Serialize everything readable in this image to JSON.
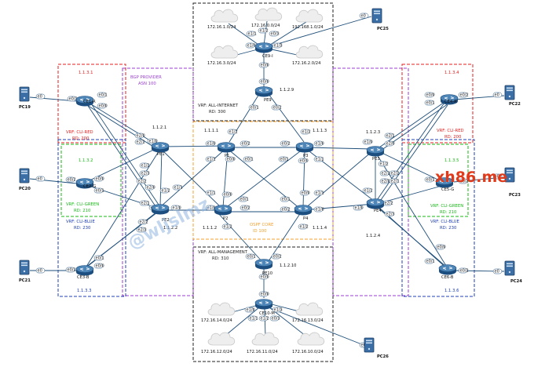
{
  "zones": {
    "top": {
      "vrf": "VRF: ALL-INTERNET",
      "rd": "RD: 300"
    },
    "bottom": {
      "vrf": "VRF: ALL-MANAGEMENT",
      "rd": "RD: 310"
    },
    "bgp": {
      "line1": "BGP PROVIDER",
      "line2": "ASN 100"
    },
    "ospf": {
      "line1": "OSPF CORE",
      "line2": "ID 100"
    },
    "left_red": {
      "id": "1.1.3.1",
      "vrf": "VRF: CLI-RED",
      "rd": "RD: 200"
    },
    "left_green": {
      "id": "1.1.3.2",
      "vrf": "VRF: CLI-GREEN",
      "rd": "RD: 210"
    },
    "left_blue": {
      "id": "1.1.3.3",
      "vrf": "VRF: CLI-BLUE",
      "rd": "RD: 230"
    },
    "right_red": {
      "id": "1.1.3.4",
      "vrf": "VRF: CLI-RED",
      "rd": "RD: 200"
    },
    "right_green": {
      "id": "1.1.3.5",
      "vrf": "VRF: CLI-GREEN",
      "rd": "RD: 210"
    },
    "right_blue": {
      "id": "1.1.3.6",
      "vrf": "VRF: CLI-BLUE",
      "rd": "RD: 230"
    }
  },
  "clouds": {
    "c1": "172.16.1.0/24",
    "c2": "172.16.0.0/24",
    "c3": "192.168.1.0/24",
    "c4": "172.16.3.0/24",
    "c5": "172.16.2.0/24",
    "c6": "172.16.14.0/24",
    "c7": "172.16.13.0/24",
    "c8": "172.16.12.0/24",
    "c9": "172.16.11.0/24",
    "c10": "172.16.10.0/24"
  },
  "routers": {
    "ce9": "CE9-I",
    "pe9": "PE9",
    "pe9_id": "1.1.2.9",
    "ce1": "CE1-R",
    "ce2": "CE2-G",
    "ce3": "CE3-B",
    "pe1": "PE1",
    "pe1_id": "1.1.2.1",
    "pe2": "PE2",
    "pe2_id": "1.1.2.2",
    "p1": "P1",
    "p1_id": "1.1.1.1",
    "p2": "P2",
    "p2_id": "1.1.1.2",
    "p3": "P3",
    "p3_id": "1.1.1.3",
    "p4": "P4",
    "p4_id": "1.1.1.4",
    "pe3": "PE3",
    "pe3_id": "1.1.2.3",
    "pe4": "PE4",
    "pe4_id": "1.1.2.4",
    "ce4": "CE4-R",
    "ce5": "CE5-G",
    "ce6": "CE6-B",
    "pe10": "PE10",
    "pe10_id": "1.1.2.10",
    "ce10": "CE10-M"
  },
  "pcs": {
    "pc19": "PC19",
    "pc20": "PC20",
    "pc21": "PC21",
    "pc22": "PC22",
    "pc23": "PC23",
    "pc24": "PC24",
    "pc25": "PC25",
    "pc26": "PC26"
  },
  "watermarks": {
    "center": "@wljslmz",
    "right": "xh86.me"
  },
  "colors": {
    "link": "#1f4f7a",
    "red": "#e02020",
    "green": "#18b818",
    "blue": "#2040b0",
    "purple": "#9a3fd0",
    "orange": "#f0a030",
    "black": "#222222"
  }
}
